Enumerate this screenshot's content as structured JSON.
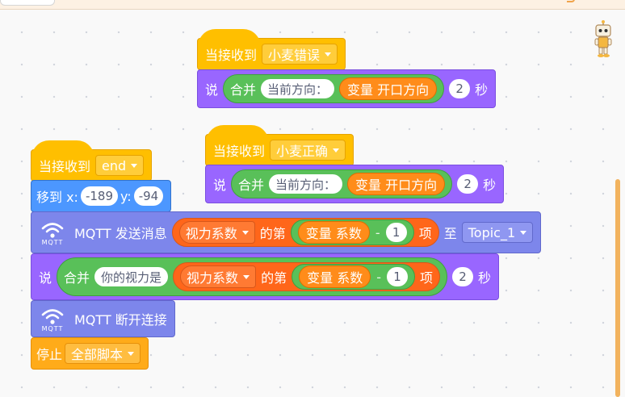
{
  "script1": {
    "hat": {
      "label": "当接收到",
      "message": "小麦错误"
    },
    "say": {
      "say": "说",
      "join": "合并",
      "text": "当前方向：",
      "var_prefix": "变量",
      "var_name": "开口方向",
      "secs": "2",
      "unit": "秒"
    }
  },
  "script2": {
    "hat": {
      "label": "当接收到",
      "message": "小麦正确"
    },
    "say": {
      "say": "说",
      "join": "合并",
      "text": "当前方向：",
      "var_prefix": "变量",
      "var_name": "开口方向",
      "secs": "2",
      "unit": "秒"
    }
  },
  "script3": {
    "hat": {
      "label": "当接收到",
      "message": "end"
    },
    "goto": {
      "label": "移到 x:",
      "x": "-189",
      "ylabel": "y:",
      "y": "-94"
    },
    "mqtt_send": {
      "icon_tag": "MQTT",
      "label": "MQTT 发送消息",
      "list": "视力系数",
      "of": "的第",
      "var_prefix": "变量",
      "var_name": "系数",
      "minus": "-",
      "num": "1",
      "item": "项",
      "to": "至",
      "topic": "Topic_1"
    },
    "say": {
      "say": "说",
      "join": "合并",
      "text": "你的视力是",
      "list": "视力系数",
      "of": "的第",
      "var_prefix": "变量",
      "var_name": "系数",
      "minus": "-",
      "num": "1",
      "item": "项",
      "secs": "2",
      "unit": "秒"
    },
    "mqtt_disconnect": {
      "icon_tag": "MQTT",
      "label": "MQTT 断开连接"
    },
    "stop": {
      "label": "停止",
      "option": "全部脚本"
    }
  },
  "icons": {
    "wifi": "wifi-icon",
    "sprite": "robot-sprite-icon",
    "dropdown": "caret-down-icon"
  },
  "colors": {
    "events": "#ffbf00",
    "looks": "#9966ff",
    "motion": "#4c97ff",
    "mqtt": "#7d86eb",
    "operators": "#59c059",
    "data": "#ff8c1a",
    "control": "#ffab19"
  }
}
